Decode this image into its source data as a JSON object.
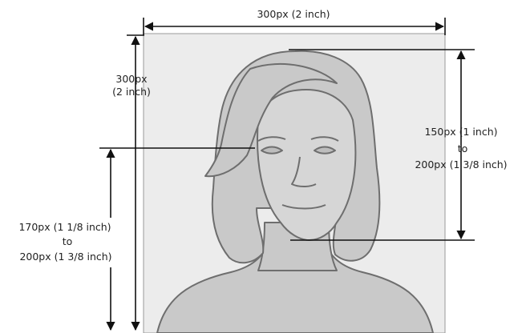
{
  "labels": {
    "width": "300px (2 inch)",
    "height_line1": "300px",
    "height_line2": "(2 inch)",
    "head_line1": "150px (1 inch)",
    "head_line2": "to",
    "head_line3": "200px (1 3/8 inch)",
    "eye_line1": "170px (1 1/8 inch)",
    "eye_line2": "to",
    "eye_line3": "200px (1 3/8 inch)"
  },
  "colors": {
    "photo_bg": "#ececec",
    "figure_fill": "#c9c9c9",
    "figure_stroke": "#6e6e6e",
    "line": "#111111"
  }
}
